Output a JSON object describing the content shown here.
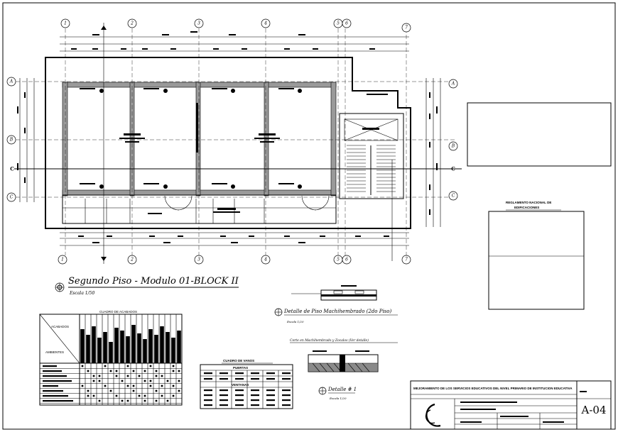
{
  "sheet": {
    "sheet_number": "A-04",
    "title_block_text": "MEJORAMIENTO DE LOS SERVICIOS EDUCATIVOS DEL NIVEL PRIMARIO DE INSTITUCION EDUCATIVA",
    "regulation_title_line1": "REGLAMENTO NACIONAL DE",
    "regulation_title_line2": "EDIFICACIONES"
  },
  "plan": {
    "title": "Segundo Piso - Modulo 01-BLOCK II",
    "scale": "Escala 1/50",
    "axis_numbers": [
      "1",
      "2",
      "3",
      "4",
      "5",
      "6",
      "7"
    ],
    "axis_letters": [
      "A",
      "B",
      "C"
    ],
    "section_marker": "C"
  },
  "details": {
    "floor_detail_title": "Detalle de Piso Machihembrado (2do Piso)",
    "floor_detail_scale": "Escala 1/20",
    "cut_note": "Corte en Machihembrado y Zocalos (Ver detalle)",
    "detail1_title": "Detalle # 1",
    "detail1_scale": "Escala 1/20"
  },
  "finishes_table": {
    "title": "CUADRO DE ACABADOS",
    "row_header_top": "ACABADOS",
    "row_header_bottom": "AMBIENTES"
  },
  "openings_table": {
    "title": "CUADRO DE VANOS",
    "doors_label": "PUERTAS",
    "windows_label": "VENTANAS"
  }
}
